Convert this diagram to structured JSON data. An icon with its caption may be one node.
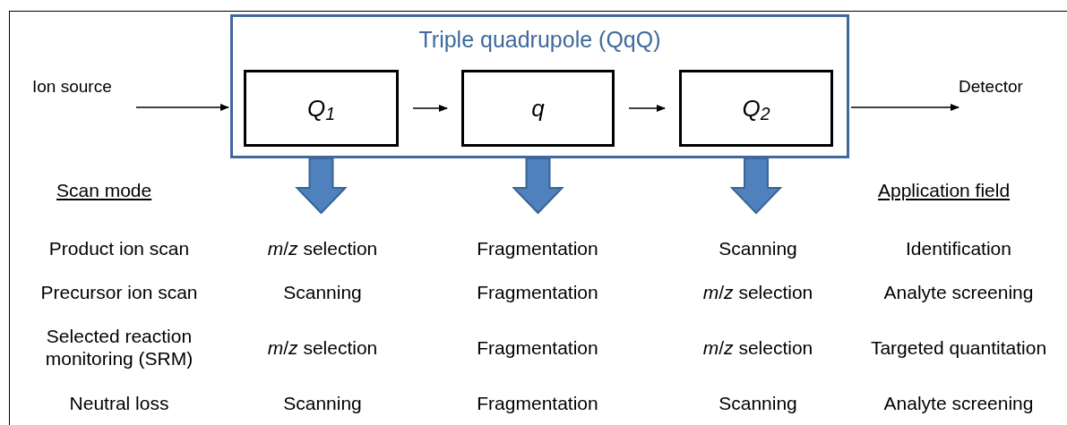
{
  "diagram": {
    "nodes": [
      {
        "text": [
          "Triple quadrupole (QqQ)"
        ]
      },
      {
        "text": [
          "Q$_{1}$"
        ],
        "in": 0
      },
      {
        "text": [
          "q"
        ],
        "in": 0
      },
      {
        "text": [
          "Q$_{2}$"
        ],
        "in": 0
      },
      {
        "text": [
          "Ion source"
        ]
      },
      {
        "text": [
          "Detector"
        ]
      }
    ],
    "edges": [
      {
        "from": 4,
        "to": 0,
        "arrow": "to"
      },
      {
        "from": 1,
        "to": 2,
        "arrow": "to"
      },
      {
        "from": 2,
        "to": 3,
        "arrow": "to"
      },
      {
        "from": 0,
        "to": 5,
        "arrow": "to"
      },
      {
        "from": 1,
        "to": null,
        "arrow": "to",
        "style": "thick",
        "color": "#4f81bd"
      },
      {
        "from": 2,
        "to": null,
        "arrow": "to",
        "style": "thick",
        "color": "#4f81bd"
      },
      {
        "from": 3,
        "to": null,
        "arrow": "to",
        "style": "thick",
        "color": "#4f81bd"
      }
    ],
    "labels": [
      "Scan mode",
      "Application field",
      "Product ion scan",
      "*m*/*z* selection",
      "Fragmentation",
      "Scanning",
      "Identification",
      "Precursor ion scan",
      "Scanning",
      "Fragmentation",
      "*m*/*z* selection",
      "Analyte screening",
      "Selected reaction monitoring (SRM)",
      "*m*/*z* selection",
      "Fragmentation",
      "*m*/*z* selection",
      "Targeted quantitation",
      "Neutral loss",
      "Scanning",
      "Fragmentation",
      "Scanning",
      "Analyte screening"
    ]
  }
}
